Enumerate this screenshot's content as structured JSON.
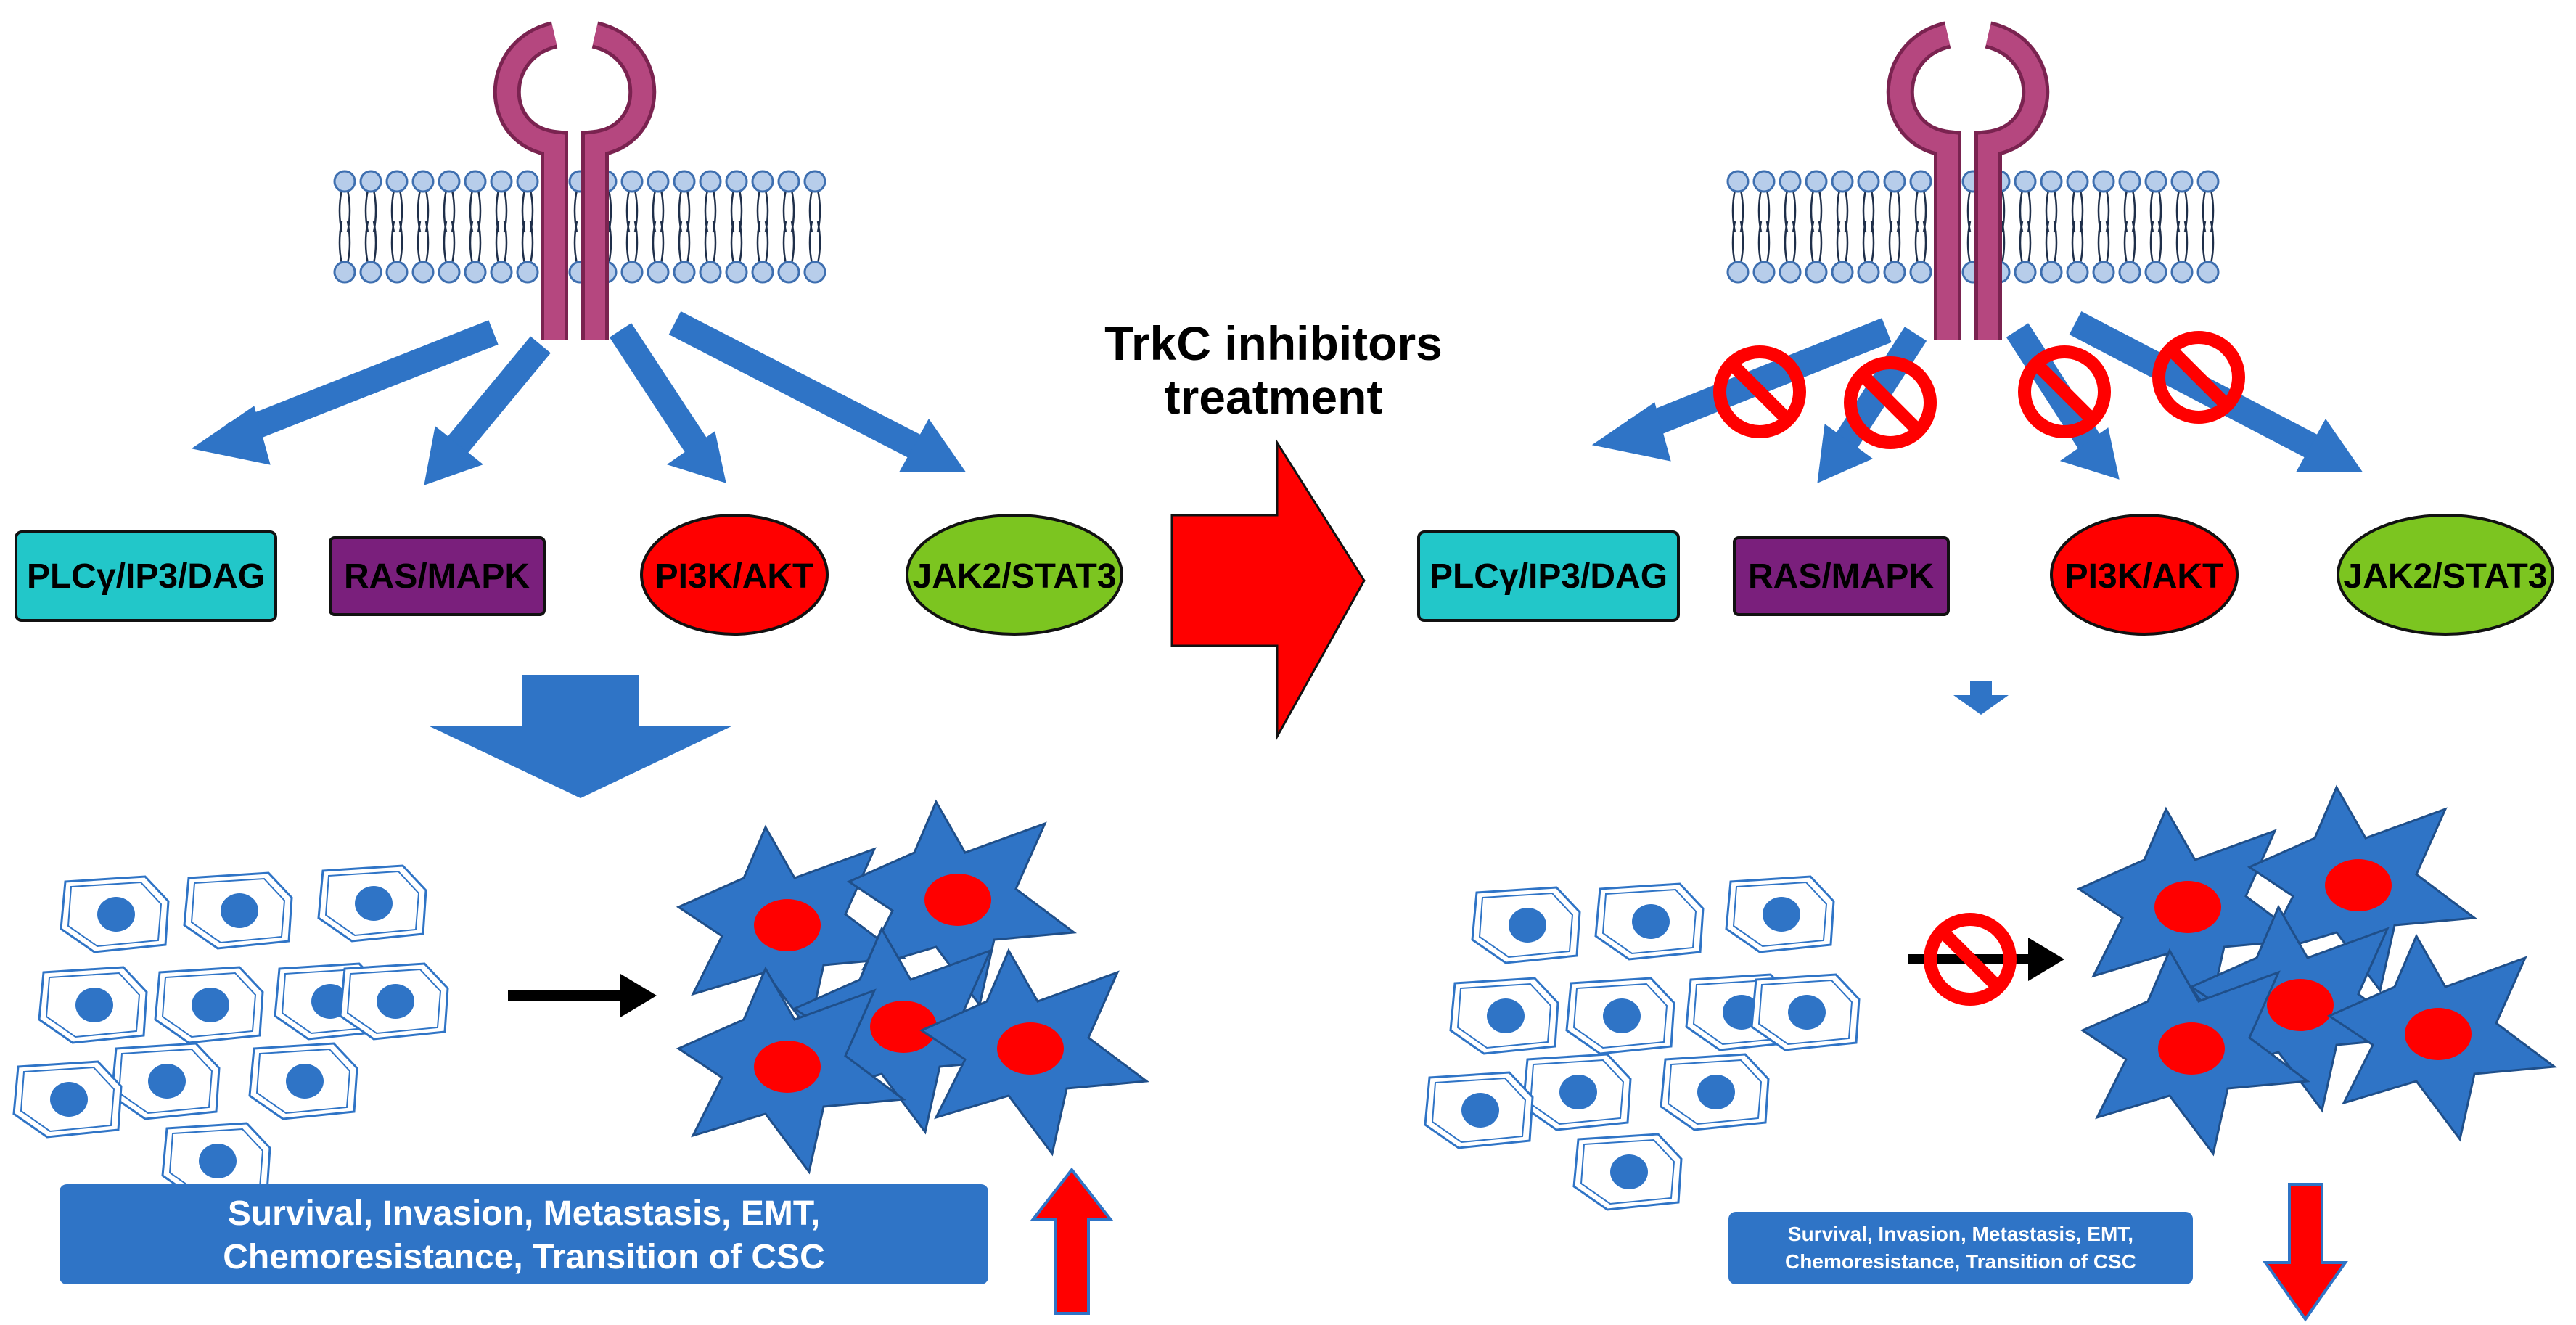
{
  "treatment_label": [
    "TrkC inhibitors",
    "treatment"
  ],
  "pathways": [
    "PLCγ/IP3/DAG",
    "RAS/MAPK",
    "PI3K/AKT",
    "JAK2/STAT3"
  ],
  "outcomes": {
    "before": [
      "Survival, Invasion, Metastasis, EMT,",
      "Chemoresistance, Transition of CSC"
    ],
    "after": [
      "Survival, Invasion, Metastasis, EMT,",
      "Chemoresistance, Transition of CSC"
    ]
  },
  "colors": {
    "receptor": "#b5477f",
    "receptor_dark": "#7a2350",
    "membrane_head": "#b7cdea",
    "membrane_head_stroke": "#3e6fb0",
    "arrow_blue": "#2f74c6",
    "plc_box": "#22c7c9",
    "ras_box": "#7a1f7c",
    "pi3k_ellipse": "#ff0000",
    "jak_ellipse": "#7cc520",
    "inhibit_red": "#ff0000",
    "mesenchymal_cell": "#2f74c6",
    "nucleus_red": "#ff0000",
    "treatment_arrow": "#ff0000",
    "outcome_box": "#2f74c6"
  },
  "icons": [
    "receptor-icon",
    "membrane-icon",
    "inhibition-icon",
    "epithelial-cells-icon",
    "mesenchymal-cells-icon",
    "up-arrow-icon",
    "down-arrow-icon"
  ]
}
